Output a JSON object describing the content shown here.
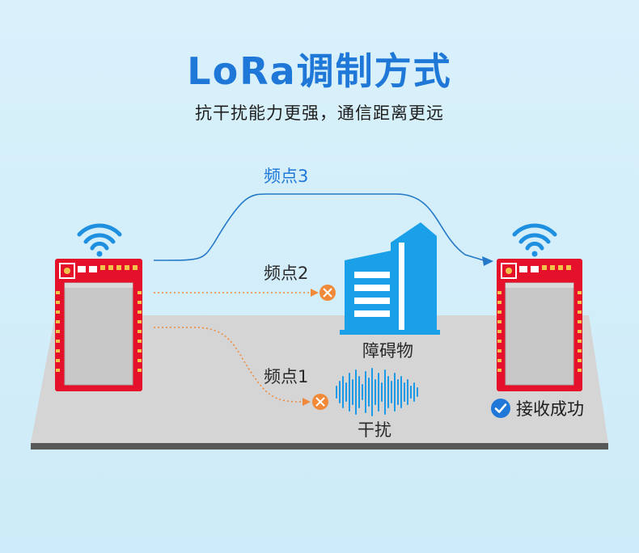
{
  "header": {
    "title": "LoRa调制方式",
    "subtitle": "抗干扰能力更强，通信距离更远"
  },
  "channels": {
    "ch3": "频点3",
    "ch2": "频点2",
    "ch1": "频点1"
  },
  "obstacles": {
    "building": "障碍物",
    "noise": "干扰"
  },
  "receiver": {
    "status": "接收成功"
  },
  "colors": {
    "accent_blue": "#1f78d8",
    "module_red": "#e5102a",
    "orange_x": "#f08a3a",
    "building_blue": "#1aa0e8"
  },
  "icons": [
    "wifi-icon",
    "wifi-icon",
    "close-circle-icon",
    "close-circle-icon",
    "building-icon",
    "noise-wave-icon",
    "check-circle-icon"
  ]
}
